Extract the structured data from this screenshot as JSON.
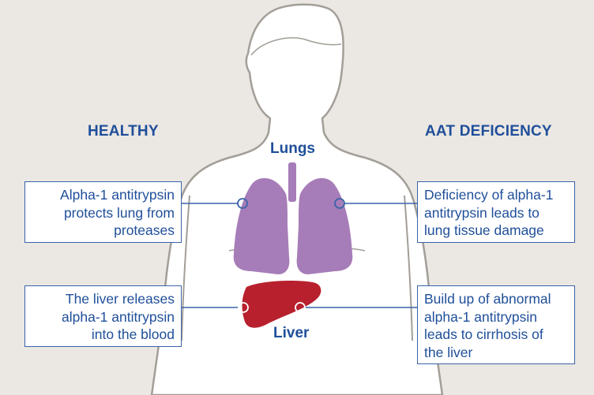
{
  "headings": {
    "left": "HEALTHY",
    "right": "AAT DEFICIENCY"
  },
  "organs": {
    "lungs": "Lungs",
    "liver": "Liver"
  },
  "callouts": {
    "healthy_lung": [
      "Alpha-1 antitrypsin",
      "protects lung from",
      "proteases"
    ],
    "healthy_liver": [
      "The liver releases",
      "alpha-1 antitrypsin",
      "into the blood"
    ],
    "deficiency_lung": [
      "Deficiency of alpha-1",
      "antitrypsin leads to",
      "lung tissue damage"
    ],
    "deficiency_liver": [
      "Build up of abnormal",
      "alpha-1 antitrypsin",
      "leads to cirrhosis of",
      "the liver"
    ]
  },
  "colors": {
    "background": "#ebe7e3",
    "body": "#ffffff",
    "outline": "#a39e97",
    "lungs": "#a67db8",
    "liver": "#b8202e",
    "text": "#1f4f9a",
    "callout_border": "#3a64a8"
  }
}
